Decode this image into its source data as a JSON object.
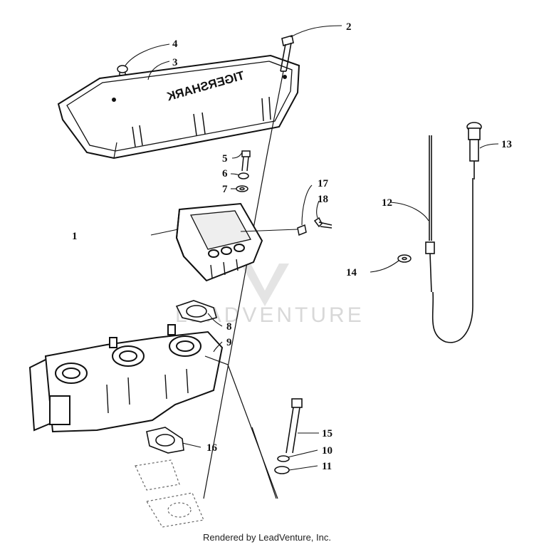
{
  "watermark": "LEADVENTURE",
  "footer": "Rendered by LeadVenture, Inc.",
  "cover_text": "TIGERSHARK",
  "callouts": {
    "p1": "1",
    "p2": "2",
    "p3": "3",
    "p4": "4",
    "p5": "5",
    "p6": "6",
    "p7": "7",
    "p8": "8",
    "p9": "9",
    "p10": "10",
    "p11": "11",
    "p12": "12",
    "p13": "13",
    "p14": "14",
    "p15": "15",
    "p16": "16",
    "p17": "17",
    "p18": "18"
  }
}
